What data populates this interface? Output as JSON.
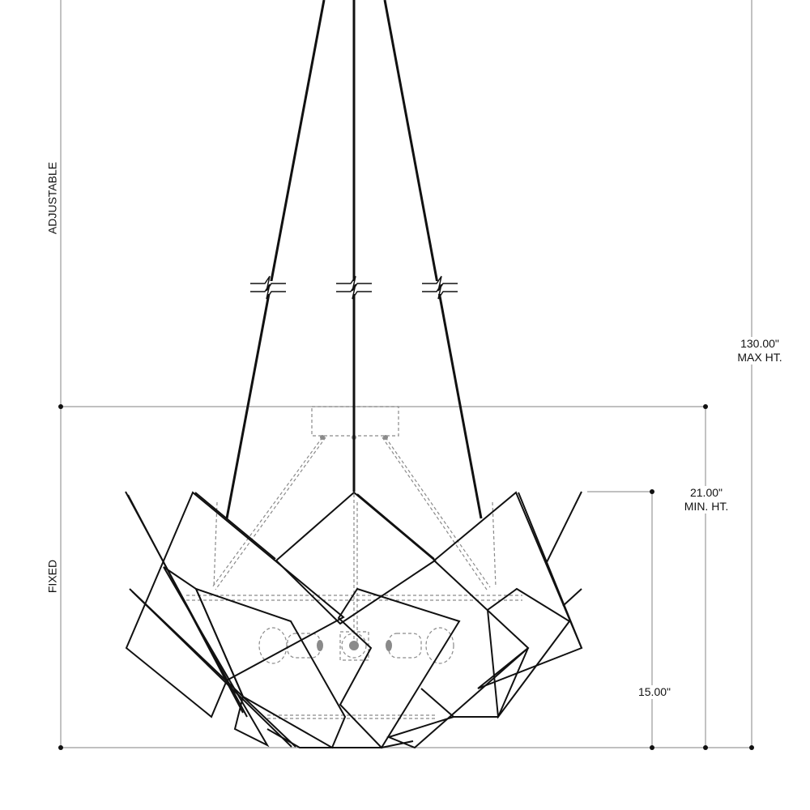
{
  "labels": {
    "adjustable": "ADJUSTABLE",
    "fixed": "FIXED",
    "max_height_value": "130.00\"",
    "max_height_label": "MAX HT.",
    "min_height_value": "21.00\"",
    "min_height_label": "MIN. HT.",
    "body_height_value": "15.00\""
  },
  "colors": {
    "line": "#111111",
    "dimension": "#9a9a9a",
    "hidden": "#8a8a8a"
  }
}
